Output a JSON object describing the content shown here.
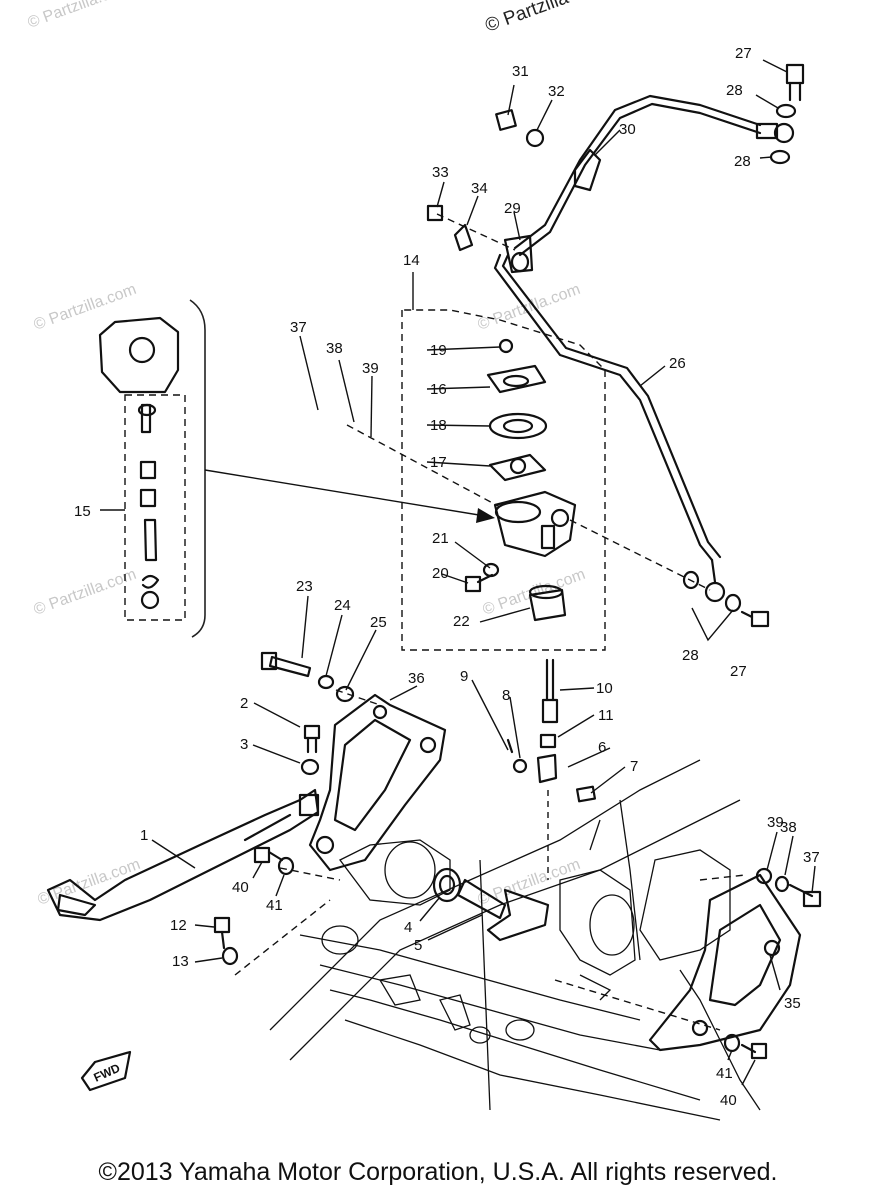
{
  "watermarks": {
    "top_right": "© Partzilla",
    "faint": "© Partzilla.com"
  },
  "callouts": {
    "c1": "1",
    "c2": "2",
    "c3": "3",
    "c4": "4",
    "c5": "5",
    "c6": "6",
    "c7": "7",
    "c8": "8",
    "c9": "9",
    "c10": "10",
    "c11": "11",
    "c12": "12",
    "c13": "13",
    "c14": "14",
    "c15": "15",
    "c16": "16",
    "c17": "17",
    "c18": "18",
    "c19": "19",
    "c20": "20",
    "c21": "21",
    "c22": "22",
    "c23": "23",
    "c24": "24",
    "c25": "25",
    "c26": "26",
    "c27a": "27",
    "c27b": "27",
    "c28a": "28",
    "c28b": "28",
    "c28c": "28",
    "c29": "29",
    "c30": "30",
    "c31": "31",
    "c32": "32",
    "c33": "33",
    "c34": "34",
    "c35": "35",
    "c36": "36",
    "c37a": "37",
    "c37b": "37",
    "c38a": "38",
    "c38b": "38",
    "c39a": "39",
    "c39b": "39",
    "c40a": "40",
    "c40b": "40",
    "c41a": "41",
    "c41b": "41"
  },
  "fwd_mark": "FWD",
  "footer": {
    "copyright": "©2013 Yamaha Motor Corporation, U.S.A. All rights reserved."
  }
}
